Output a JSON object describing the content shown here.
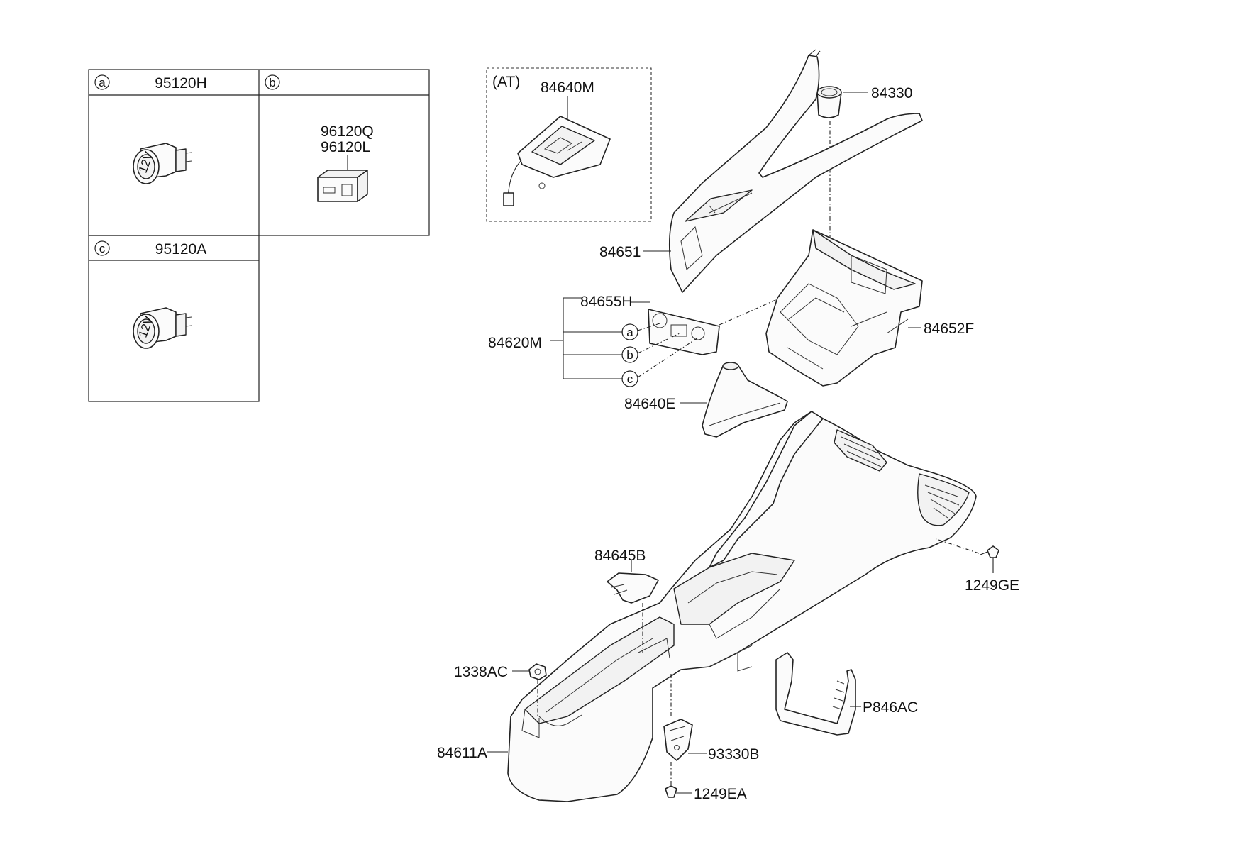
{
  "inset": {
    "cells": [
      {
        "marker": "a",
        "part": "95120H"
      },
      {
        "marker": "b",
        "parts": [
          "96120Q",
          "96120L"
        ]
      },
      {
        "marker": "c",
        "part": "95120A"
      }
    ],
    "socket_text": "12V"
  },
  "at_box": {
    "label": "(AT)",
    "part": "84640M"
  },
  "parts": {
    "p84330": "84330",
    "p84651": "84651",
    "p84655H": "84655H",
    "p84620M": "84620M",
    "p84652F": "84652F",
    "p84640E": "84640E",
    "p84645B": "84645B",
    "p1249GE": "1249GE",
    "p1338AC": "1338AC",
    "pP846AC": "P846AC",
    "p84611A": "84611A",
    "p93330B": "93330B",
    "p1249EA": "1249EA"
  },
  "markers": [
    "a",
    "b",
    "c"
  ]
}
